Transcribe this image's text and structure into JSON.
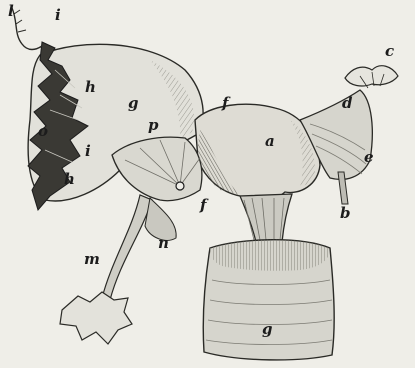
{
  "figure": {
    "colors": {
      "paper": "#efeee8",
      "ink": "#1c1c1c",
      "shade_light": "#d4d3cc",
      "shade_mid": "#b0afa7",
      "shade_dark": "#6e6d66"
    },
    "labels": {
      "l": "l",
      "i_top": "i",
      "h_upper": "h",
      "g": "g",
      "p": "p",
      "f_upper": "f",
      "a": "a",
      "c": "c",
      "d": "d",
      "e": "e",
      "b": "b",
      "o": "o",
      "i_mid": "i",
      "h_lower": "h",
      "f_lower": "f",
      "n": "n",
      "m": "m",
      "g_bottom": "g"
    }
  }
}
